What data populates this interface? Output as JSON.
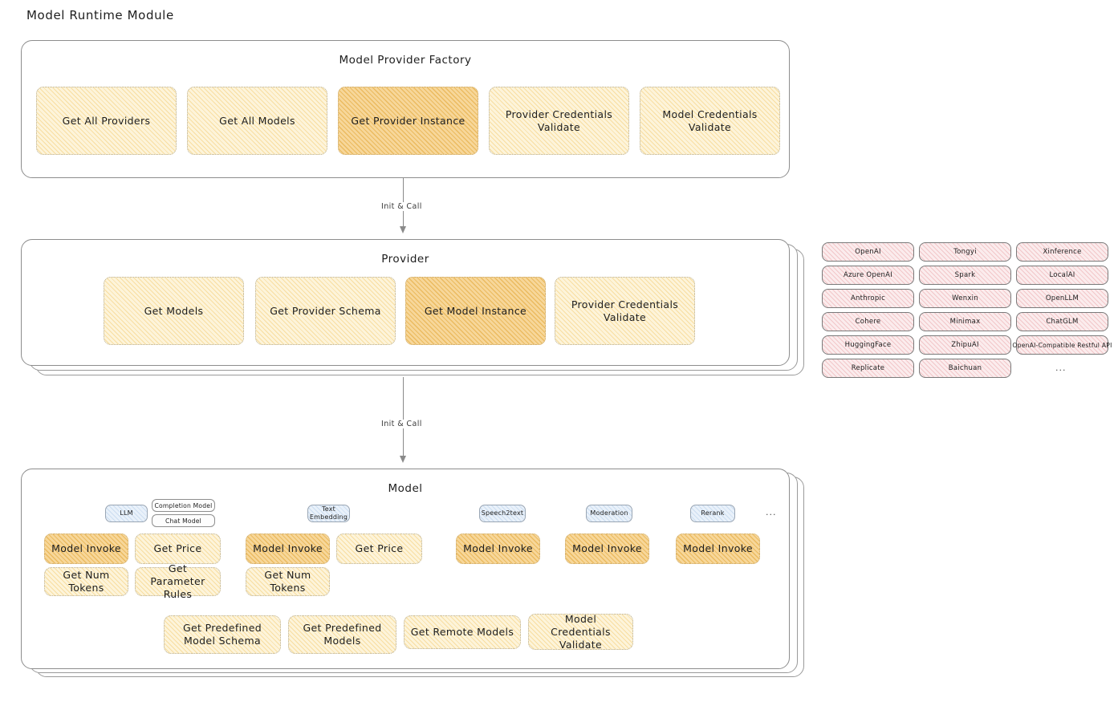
{
  "page": {
    "title": "Model Runtime Module"
  },
  "sections": {
    "factory": {
      "title": "Model Provider Factory",
      "nodes": [
        {
          "label": "Get All Providers",
          "highlight": false
        },
        {
          "label": "Get All Models",
          "highlight": false
        },
        {
          "label": "Get Provider Instance",
          "highlight": true
        },
        {
          "label": "Provider Credentials Validate",
          "highlight": false
        },
        {
          "label": "Model Credentials Validate",
          "highlight": false
        }
      ]
    },
    "provider": {
      "title": "Provider",
      "nodes": [
        {
          "label": "Get Models",
          "highlight": false
        },
        {
          "label": "Get Provider Schema",
          "highlight": false
        },
        {
          "label": "Get Model Instance",
          "highlight": true
        },
        {
          "label": "Provider Credentials Validate",
          "highlight": false
        }
      ]
    },
    "model": {
      "title": "Model",
      "types": [
        {
          "name": "LLM",
          "sub": [
            "Completion Model",
            "Chat Model"
          ],
          "nodes": [
            {
              "label": "Model Invoke",
              "highlight": true
            },
            {
              "label": "Get Price",
              "highlight": false
            },
            {
              "label": "Get Num Tokens",
              "highlight": false
            },
            {
              "label": "Get Parameter Rules",
              "highlight": false
            }
          ]
        },
        {
          "name": "Text Embedding",
          "sub": [],
          "nodes": [
            {
              "label": "Model Invoke",
              "highlight": true
            },
            {
              "label": "Get Price",
              "highlight": false
            },
            {
              "label": "Get Num Tokens",
              "highlight": false
            }
          ]
        },
        {
          "name": "Speech2text",
          "sub": [],
          "nodes": [
            {
              "label": "Model Invoke",
              "highlight": true
            }
          ]
        },
        {
          "name": "Moderation",
          "sub": [],
          "nodes": [
            {
              "label": "Model Invoke",
              "highlight": true
            }
          ]
        },
        {
          "name": "Rerank",
          "sub": [],
          "nodes": [
            {
              "label": "Model Invoke",
              "highlight": true
            }
          ]
        }
      ],
      "more": "...",
      "common_nodes": [
        {
          "label": "Get Predefined Model Schema"
        },
        {
          "label": "Get Predefined Models"
        },
        {
          "label": "Get Remote Models"
        },
        {
          "label": "Model Credentials Validate"
        }
      ]
    }
  },
  "arrows": [
    {
      "label": "Init & Call"
    },
    {
      "label": "Init & Call"
    }
  ],
  "providers_panel": {
    "columns": [
      [
        "OpenAI",
        "Azure OpenAI",
        "Anthropic",
        "Cohere",
        "HuggingFace",
        "Replicate"
      ],
      [
        "Tongyi",
        "Spark",
        "Wenxin",
        "Minimax",
        "ZhipuAI",
        "Baichuan"
      ],
      [
        "Xinference",
        "LocalAI",
        "OpenLLM",
        "ChatGLM",
        "OpenAI-Compatible Restful API"
      ]
    ],
    "more": "..."
  },
  "colors": {
    "node_fill": "#fdf4da",
    "node_highlight_fill": "#f7d79a",
    "provider_chip_fill": "#fbeced",
    "type_chip_fill": "#e9f1fa",
    "panel_border": "#8d8d8d"
  }
}
